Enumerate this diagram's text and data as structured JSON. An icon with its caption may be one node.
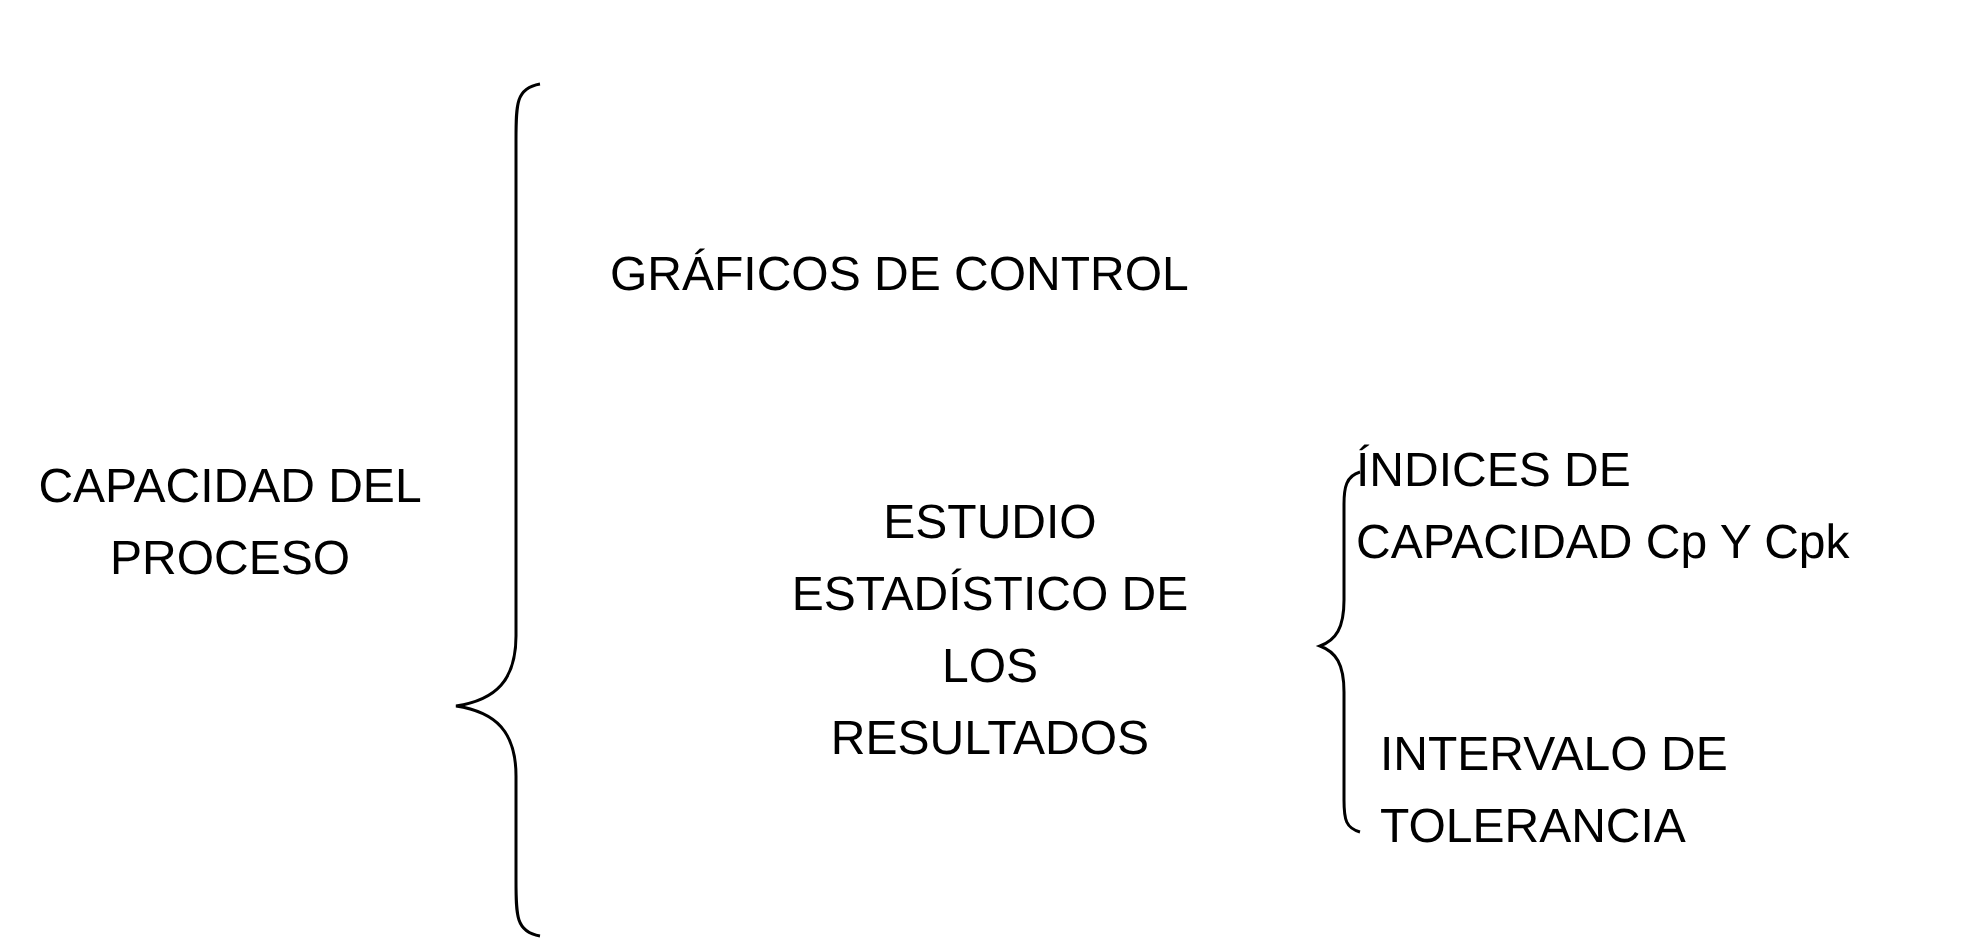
{
  "diagram": {
    "labels": [
      "CAPACIDAD DEL PROCESO",
      "GRÁFICOS DE CONTROL",
      "ESTUDIO ESTADÍSTICO DE LOS RESULTADOS",
      "ÍNDICES DE CAPACIDAD Cp Y Cpk",
      "INTERVALO DE TOLERANCIA"
    ]
  }
}
